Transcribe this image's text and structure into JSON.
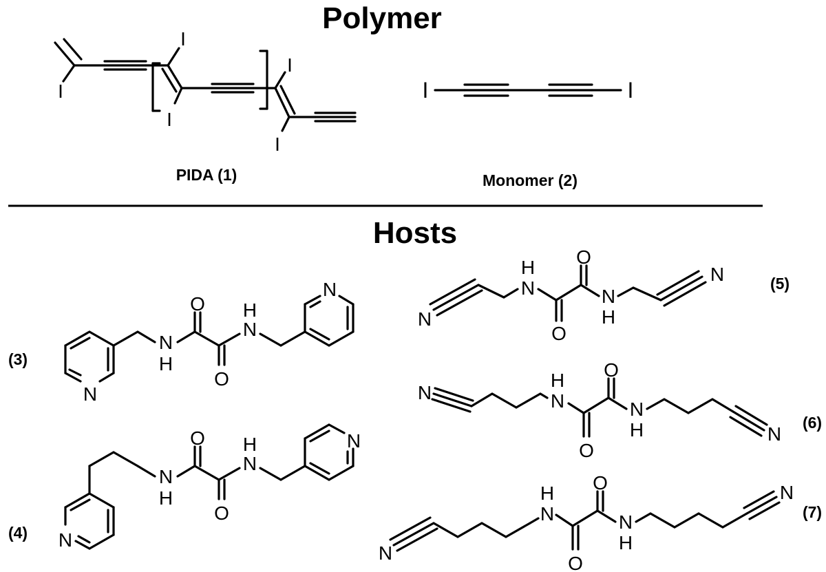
{
  "sections": {
    "polymer_title": "Polymer",
    "hosts_title": "Hosts"
  },
  "compounds": {
    "pida": "PIDA (1)",
    "monomer": "Monomer (2)",
    "h3": "(3)",
    "h4": "(4)",
    "h5": "(5)",
    "h6": "(6)",
    "h7": "(7)"
  },
  "atoms": {
    "iodine": "I",
    "nitrogen": "N",
    "oxygen": "O",
    "nh_h": "H"
  }
}
